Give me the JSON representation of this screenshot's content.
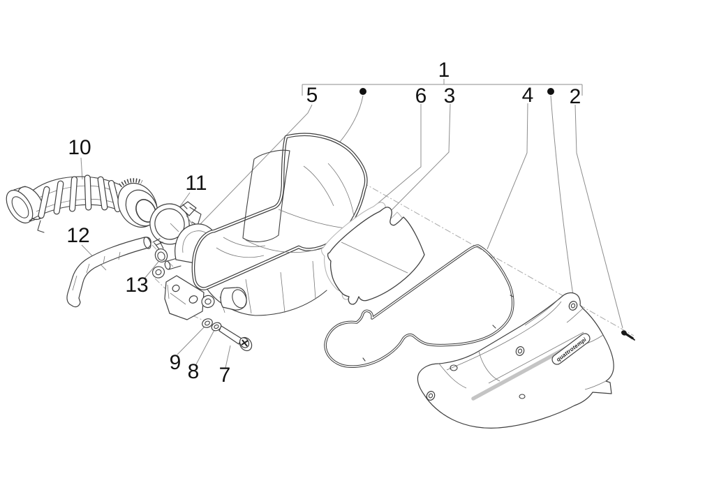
{
  "callouts": {
    "n1": "1",
    "n2": "2",
    "n3": "3",
    "n4": "4",
    "n5": "5",
    "n6": "6",
    "n7": "7",
    "n8": "8",
    "n9": "9",
    "n10": "10",
    "n11": "11",
    "n12": "12",
    "n13": "13"
  },
  "badge": {
    "text": "quattrotempi"
  },
  "colors": {
    "background": "#ffffff",
    "part_line": "#3f3f3f",
    "leader_line": "#8c8c8c",
    "centerline": "#a8a8a8",
    "label": "#111111",
    "badge_text": "#1c1c1c",
    "cover_stripe": "#c4c4c4",
    "secondary_outline": "#b4b4b4"
  }
}
